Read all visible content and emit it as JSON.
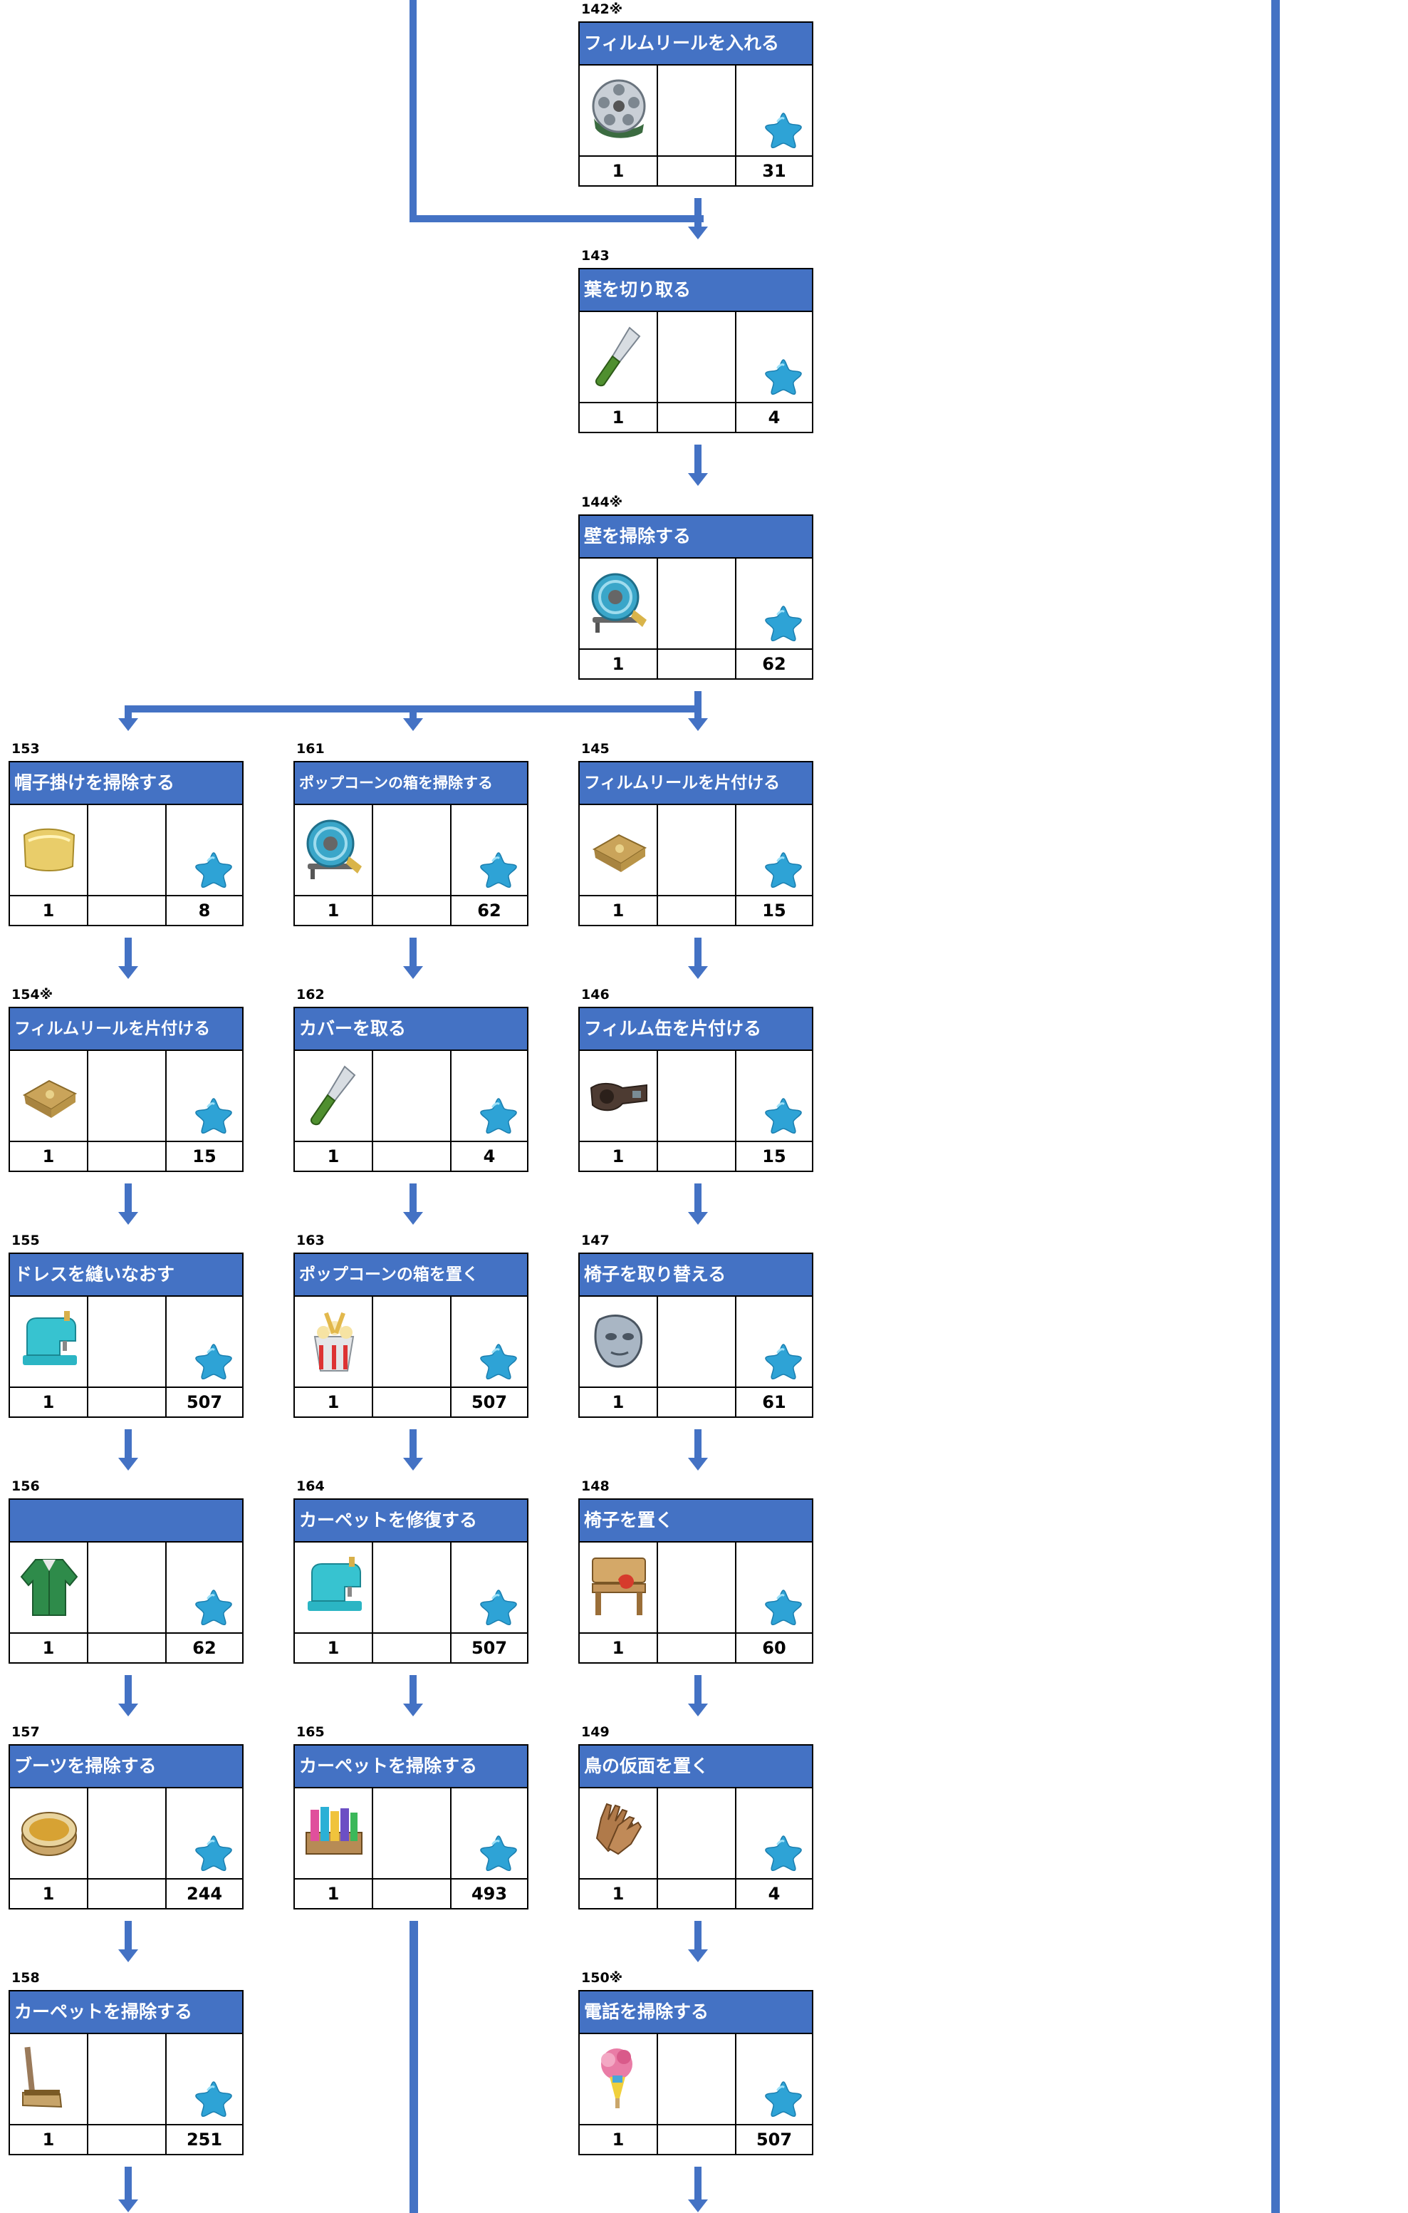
{
  "colors": {
    "flow_line": "#4472C4",
    "title_bg": "#4472C4",
    "star": "#2EA3D6"
  },
  "cards": [
    {
      "id": "142",
      "num": "142※",
      "title": "フィルムリールを入れる",
      "icon": "film-reel-icon",
      "qty": "1",
      "reward": "31"
    },
    {
      "id": "143",
      "num": "143",
      "title": "葉を切り取る",
      "icon": "knife-icon",
      "qty": "1",
      "reward": "4"
    },
    {
      "id": "144",
      "num": "144※",
      "title": "壁を掃除する",
      "icon": "hose-reel-icon",
      "qty": "1",
      "reward": "62"
    },
    {
      "id": "153",
      "num": "153",
      "title": "帽子掛けを掃除する",
      "icon": "cloth-icon",
      "qty": "1",
      "reward": "8"
    },
    {
      "id": "161",
      "num": "161",
      "title": "ポップコーンの箱を掃除する",
      "icon": "hose-reel-icon",
      "qty": "1",
      "reward": "62"
    },
    {
      "id": "145",
      "num": "145",
      "title": "フィルムリールを片付ける",
      "icon": "folded-cloth-icon",
      "qty": "1",
      "reward": "15"
    },
    {
      "id": "154",
      "num": "154※",
      "title": "フィルムリールを片付ける",
      "icon": "folded-cloth-icon",
      "qty": "1",
      "reward": "15"
    },
    {
      "id": "162",
      "num": "162",
      "title": "カバーを取る",
      "icon": "knife-icon",
      "qty": "1",
      "reward": "4"
    },
    {
      "id": "146",
      "num": "146",
      "title": "フィルム缶を片付ける",
      "icon": "tape-icon",
      "qty": "1",
      "reward": "15"
    },
    {
      "id": "155",
      "num": "155",
      "title": "ドレスを縫いなおす",
      "icon": "sewing-machine-icon",
      "qty": "1",
      "reward": "507"
    },
    {
      "id": "163",
      "num": "163",
      "title": "ポップコーンの箱を置く",
      "icon": "popcorn-bucket-icon",
      "qty": "1",
      "reward": "507"
    },
    {
      "id": "147",
      "num": "147",
      "title": "椅子を取り替える",
      "icon": "stone-mask-icon",
      "qty": "1",
      "reward": "61"
    },
    {
      "id": "156",
      "num": "156",
      "title": "",
      "icon": "green-jacket-icon",
      "qty": "1",
      "reward": "62"
    },
    {
      "id": "164",
      "num": "164",
      "title": "カーペットを修復する",
      "icon": "sewing-machine-icon",
      "qty": "1",
      "reward": "507"
    },
    {
      "id": "148",
      "num": "148",
      "title": "椅子を置く",
      "icon": "bench-icon",
      "qty": "1",
      "reward": "60"
    },
    {
      "id": "157",
      "num": "157",
      "title": "ブーツを掃除する",
      "icon": "polish-tin-icon",
      "qty": "1",
      "reward": "244"
    },
    {
      "id": "165",
      "num": "165",
      "title": "カーペットを掃除する",
      "icon": "fabric-rolls-icon",
      "qty": "1",
      "reward": "493"
    },
    {
      "id": "149",
      "num": "149",
      "title": "鳥の仮面を置く",
      "icon": "gloves-icon",
      "qty": "1",
      "reward": "4"
    },
    {
      "id": "158",
      "num": "158",
      "title": "カーペットを掃除する",
      "icon": "broom-icon",
      "qty": "1",
      "reward": "251"
    },
    {
      "id": "150",
      "num": "150※",
      "title": "電話を掃除する",
      "icon": "feather-duster-icon",
      "qty": "1",
      "reward": "507"
    }
  ]
}
